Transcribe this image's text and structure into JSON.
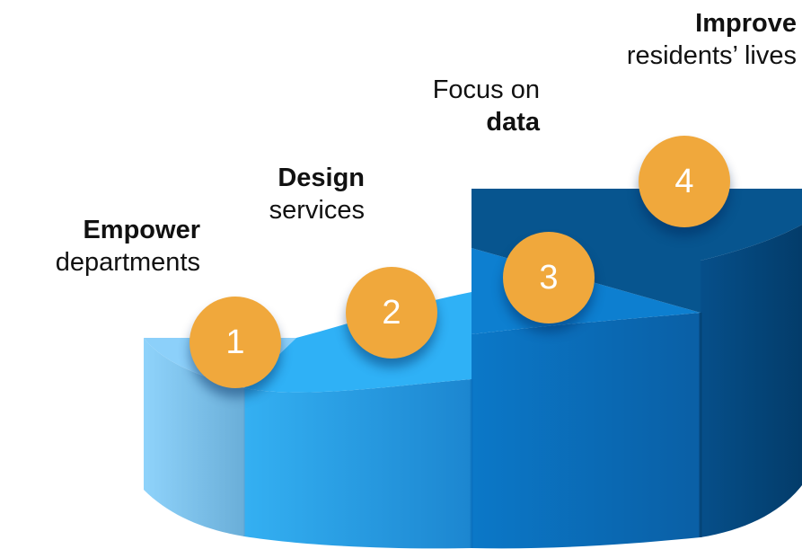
{
  "steps": [
    {
      "number": "1",
      "bold": "Empower",
      "normal": "departments",
      "bold_first": true
    },
    {
      "number": "2",
      "bold": "Design",
      "normal": "services",
      "bold_first": true
    },
    {
      "number": "3",
      "bold": "data",
      "normal": "Focus on",
      "bold_first": false
    },
    {
      "number": "4",
      "bold": "Improve",
      "normal": "residents’ lives",
      "bold_first": true
    }
  ],
  "colors": {
    "step1": "#8ccdf5",
    "step2": "#29a9f0",
    "step3": "#0a72c4",
    "step4": "#064d86",
    "badge": "#f0a83c"
  }
}
